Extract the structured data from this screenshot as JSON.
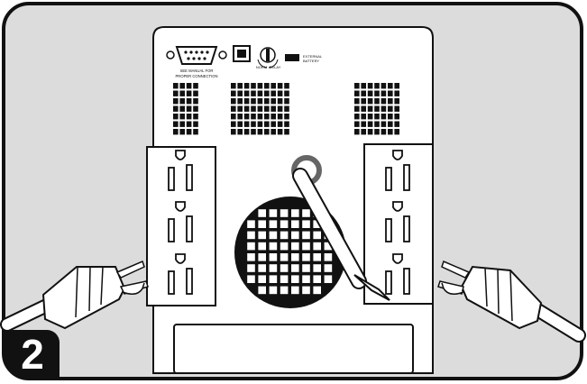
{
  "step_number": "2",
  "labels": {
    "serial_note": "SEE MANUAL FOR PROPER CONNECTION",
    "dial_left": "NORM",
    "dial_right": "DELAY",
    "ext_battery": "EXTERNAL BATTERY"
  },
  "colors": {
    "panel_bg": "#dcdcdc",
    "device_body": "#ffffff",
    "outline": "#111111",
    "ring": "#666666"
  },
  "icons": [
    "serial-port-icon",
    "usb-port-icon",
    "dial-switch-icon",
    "outlet-icon",
    "power-plug-icon",
    "fan-grill-icon"
  ]
}
